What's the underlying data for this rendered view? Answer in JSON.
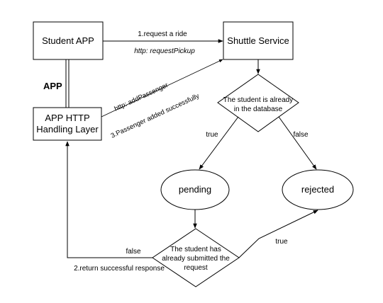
{
  "nodes": {
    "student_app": "Student APP",
    "shuttle_service": "Shuttle Service",
    "http_layer_line1": "APP HTTP",
    "http_layer_line2": "Handling Layer",
    "app_label": "APP",
    "decision_db_line1": "The student is already",
    "decision_db_line2": "in the database",
    "pending": "pending",
    "rejected": "rejected",
    "decision_submitted_line1": "The student has",
    "decision_submitted_line2": "already submitted the",
    "decision_submitted_line3": "request"
  },
  "edges": {
    "request_ride": "1.request a ride",
    "request_pickup": "http: requestPickup",
    "add_passenger": "http: addPassenger",
    "passenger_added": "3.Passenger added successfully",
    "db_true": "true",
    "db_false": "false",
    "submitted_false": "false",
    "submitted_true": "true",
    "return_success": "2.return successful response"
  },
  "colors": {
    "stroke": "#000000",
    "fill": "#ffffff"
  }
}
